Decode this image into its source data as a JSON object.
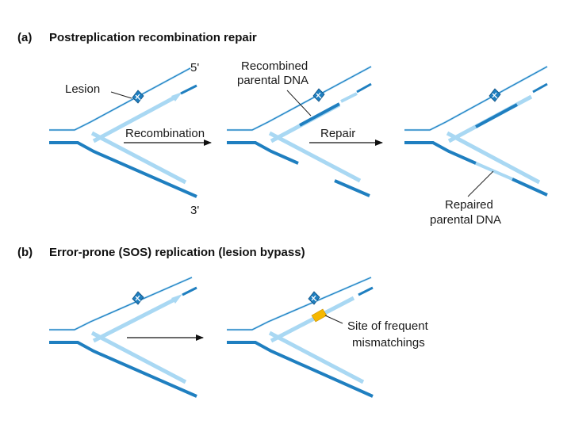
{
  "panel_a": {
    "letter": "(a)",
    "title": "Postreplication recombination repair",
    "label_5prime": "5'",
    "label_3prime": "3'",
    "label_lesion": "Lesion",
    "label_recombined_line1": "Recombined",
    "label_recombined_line2": "parental DNA",
    "label_repaired_line1": "Repaired",
    "label_repaired_line2": "parental DNA",
    "arrow_recombination": "Recombination",
    "arrow_repair": "Repair"
  },
  "panel_b": {
    "letter": "(b)",
    "title": "Error-prone (SOS) replication (lesion bypass)",
    "label_site_line1": "Site of frequent",
    "label_site_line2": "mismatchings"
  },
  "colors": {
    "dark_strand": "#1f7fc0",
    "pale_strand": "#a9d8f3",
    "lesion": "#1f7fc0",
    "mismatch_site": "#f5b800"
  }
}
